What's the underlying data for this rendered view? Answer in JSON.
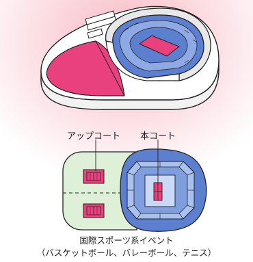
{
  "labels": {
    "up_court": "アップコート",
    "main_court": "本コート",
    "caption_line1": "国際スポーツ系イベント",
    "caption_line2": "（バスケットボール、バレーボール、テニス）"
  },
  "colors": {
    "background_glow": "#f7b8c4",
    "pink_floor": "#e8417e",
    "green_floor": "#dff0d8",
    "arena_blue": "#5d7fd0",
    "arena_light_blue": "#a9c1ee",
    "court_red": "#e8417e",
    "outline": "#222222"
  }
}
